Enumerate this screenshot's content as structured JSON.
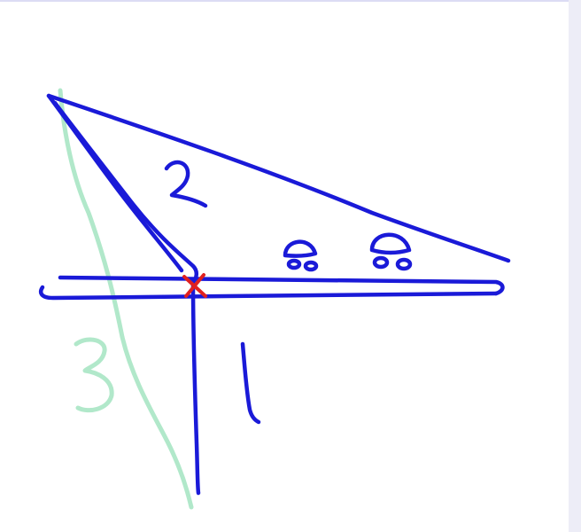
{
  "colors": {
    "ink_blue": "#1a1ad8",
    "ink_green": "#a8e6c4",
    "ink_red": "#e02020",
    "border": "#dcdcf4",
    "right_panel": "#ededf7",
    "background": "#ffffff"
  },
  "labels": {
    "line_1": "1",
    "line_2": "2",
    "line_3": "3"
  },
  "icons": {
    "intersection_marker": "red-x-mark",
    "cloud_1": "cloud-icon",
    "cloud_2": "cloud-icon"
  }
}
